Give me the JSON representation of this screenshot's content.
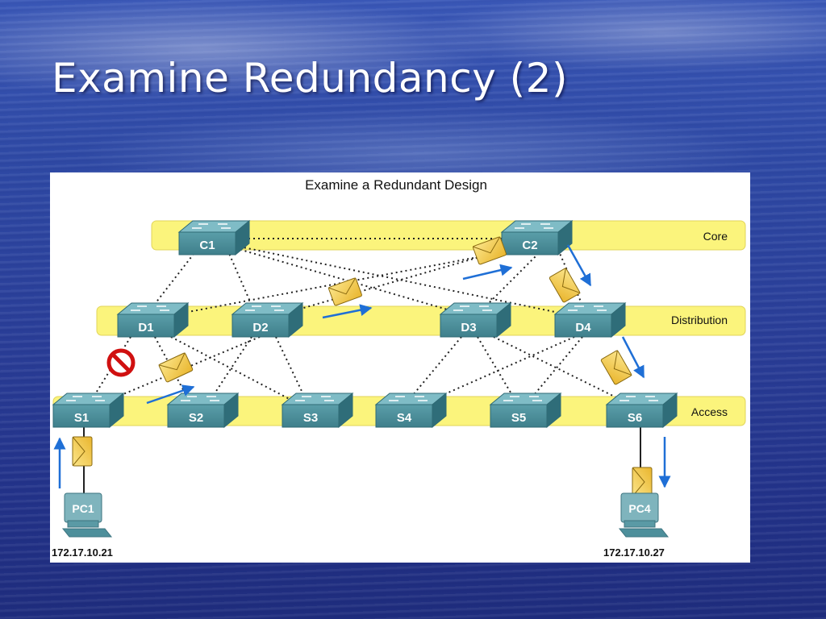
{
  "slide": {
    "title": "Examine Redundancy (2)"
  },
  "diagram": {
    "title": "Examine a Redundant Design",
    "layers": {
      "core": "Core",
      "distribution": "Distribution",
      "access": "Access"
    },
    "core_switches": {
      "c1": "C1",
      "c2": "C2"
    },
    "distribution_switches": {
      "d1": "D1",
      "d2": "D2",
      "d3": "D3",
      "d4": "D4"
    },
    "access_switches": {
      "s1": "S1",
      "s2": "S2",
      "s3": "S3",
      "s4": "S4",
      "s5": "S5",
      "s6": "S6"
    },
    "hosts": {
      "pc1": {
        "label": "PC1",
        "ip": "172.17.10.21"
      },
      "pc4": {
        "label": "PC4",
        "ip": "172.17.10.27"
      }
    },
    "colors": {
      "band": "#fbf47c",
      "switch_front": "#4c8e9a",
      "switch_top": "#7fbcc6",
      "envelope": "#f3cc4a",
      "arrow": "#1f6fd6",
      "blocked": "#d01010"
    },
    "icons": [
      "switch-icon",
      "envelope-icon",
      "arrow-icon",
      "no-entry-icon",
      "pc-icon"
    ]
  }
}
